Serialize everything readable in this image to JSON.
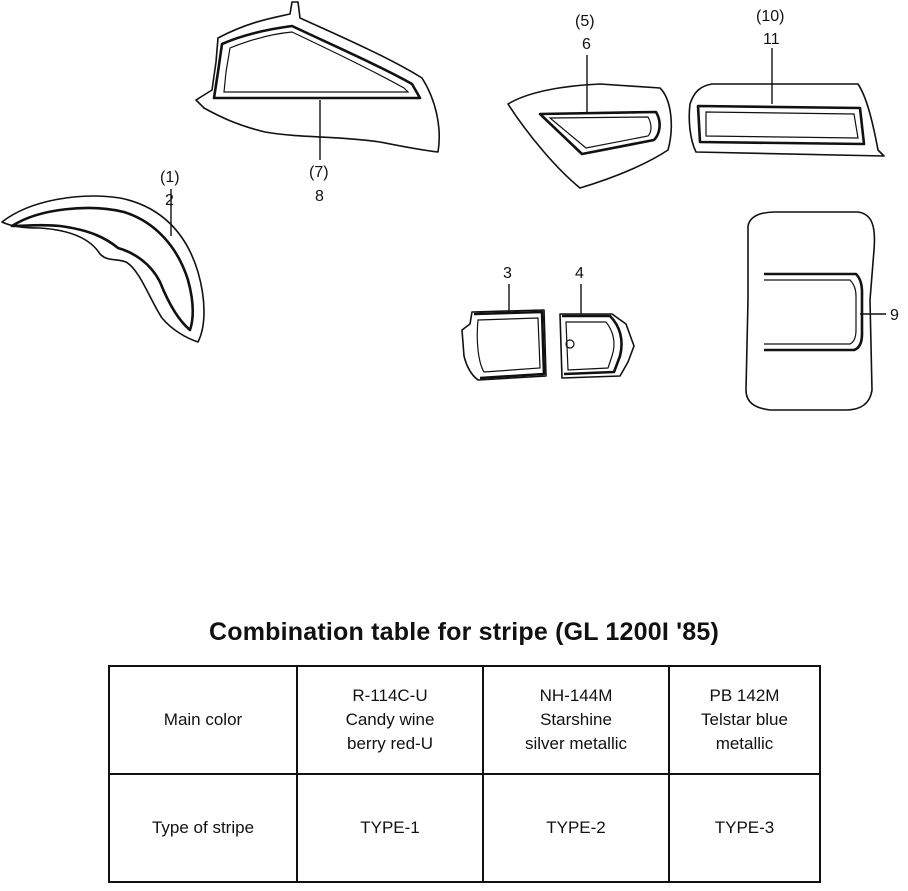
{
  "callouts": {
    "fender_ref": "(1)",
    "fender": "2",
    "cover_left": "3",
    "cover_right": "4",
    "side_cover_ref": "(5)",
    "side_cover": "6",
    "fairing_ref": "(7)",
    "fairing": "8",
    "trunk": "9",
    "saddlebag_ref": "(10)",
    "saddlebag": "11"
  },
  "table": {
    "title": "Combination table for stripe (GL 1200I '85)",
    "row_headers": [
      "Main color",
      "Type of stripe"
    ],
    "columns": [
      {
        "color_lines": [
          "R-114C-U",
          "Candy wine",
          "berry red-U"
        ],
        "stripe": "TYPE-1"
      },
      {
        "color_lines": [
          "NH-144M",
          "Starshine",
          "silver metallic"
        ],
        "stripe": "TYPE-2"
      },
      {
        "color_lines": [
          "PB 142M",
          "Telstar blue",
          "metallic"
        ],
        "stripe": "TYPE-3"
      }
    ]
  }
}
